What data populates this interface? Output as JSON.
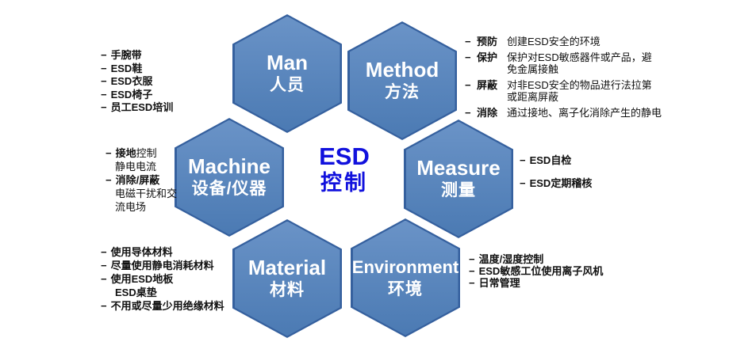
{
  "ui": {
    "bullet": "−"
  },
  "colors": {
    "background": "#ffffff",
    "hex-border": "#35609e",
    "hex-top": "#6a93c7",
    "hex-bottom": "#4b7ab3",
    "hex-text": "#ffffff",
    "center-text": "#1111dd",
    "list-text": "#111111"
  },
  "center": {
    "line1": "ESD",
    "line2": "控制"
  },
  "hexagons": {
    "man": {
      "en": "Man",
      "zh": "人员"
    },
    "method": {
      "en": "Method",
      "zh": "方法"
    },
    "machine": {
      "en": "Machine",
      "zh": "设备/仪器"
    },
    "measure": {
      "en": "Measure",
      "zh": "测量"
    },
    "material": {
      "en": "Material",
      "zh": "材料"
    },
    "environment": {
      "en": "Environment",
      "zh": "环境"
    }
  },
  "lists": {
    "man": {
      "items": [
        "手腕带",
        "ESD鞋",
        "ESD衣服",
        "ESD椅子",
        "员工ESD培训"
      ]
    },
    "method": {
      "items": [
        {
          "kw": "预防",
          "desc1": "创建ESD安全的环境",
          "desc2": ""
        },
        {
          "kw": "保护",
          "desc1": "保护对ESD敏感器件或产品，避",
          "desc2": "免金属接触"
        },
        {
          "kw": "屏蔽",
          "desc1": "对非ESD安全的物品进行法拉第",
          "desc2": "或距离屏蔽"
        },
        {
          "kw": "消除",
          "desc1": "通过接地、离子化消除产生的静电",
          "desc2": ""
        }
      ]
    },
    "machine": {
      "items": [
        {
          "kw": "接地",
          "rest": "控制",
          "cont1": "静电电流",
          "cont2": ""
        },
        {
          "kw": "消除/屏蔽",
          "rest": "",
          "cont1": "电磁干扰和交",
          "cont2": "流电场"
        }
      ]
    },
    "measure": {
      "items": [
        "ESD自检",
        "ESD定期稽核"
      ]
    },
    "material": {
      "items": [
        {
          "text": "使用导体材料",
          "cont": ""
        },
        {
          "text": "尽量使用静电消耗材料",
          "cont": ""
        },
        {
          "text": "使用ESD地板",
          "cont": "ESD桌垫"
        },
        {
          "text": "不用或尽量少用绝缘材料",
          "cont": ""
        }
      ]
    },
    "environment": {
      "items": [
        "温度/湿度控制",
        "ESD敏感工位使用离子风机",
        "日常管理"
      ]
    }
  }
}
